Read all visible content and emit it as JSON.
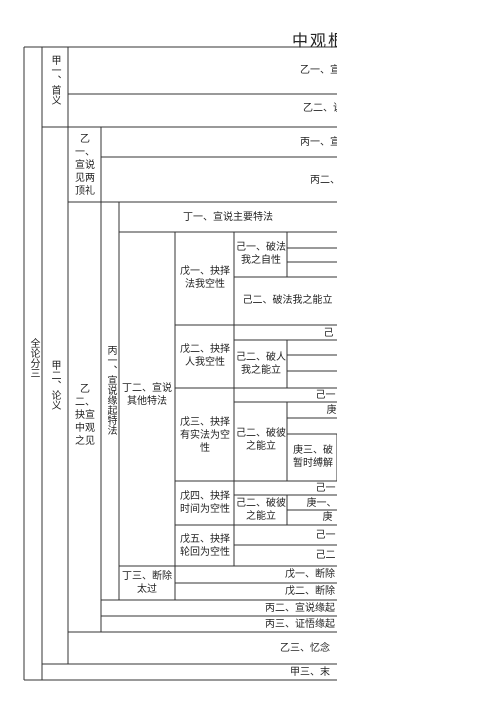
{
  "title": "中观根",
  "col1": {
    "main": "全论分三"
  },
  "jia1": {
    "label": "甲一、首义",
    "yi1": "乙一、宣",
    "yi2": "乙二、说"
  },
  "jia2": {
    "label": "甲二、论义"
  },
  "yi1_block": {
    "label": "乙一、宣说见两顶礼",
    "bing1": "丙一、宣",
    "bing2": "丙二、"
  },
  "yi2_block": {
    "label": "乙二、抉宣中观之见"
  },
  "bing1_block": {
    "label": "丙一、宣说缘起特法"
  },
  "ding1": "丁一、宣说主要特法",
  "ding2": "丁二、宣说其他特法",
  "wu1": {
    "label": "戊一、抉择法我空性",
    "ji1": "己一、破法我之自性",
    "ji2": "己二、破法我之能立"
  },
  "wu2": {
    "label": "戊二、抉择人我空性",
    "ji_top": "己",
    "ji2": "己二、破人我之能立"
  },
  "wu3": {
    "label": "戊三、抉择有实法为空性",
    "ji_top": "己一",
    "ji_sub": "庚",
    "ji2": "己二、破彼之能立",
    "geng3": "庚三、破暂时缚解"
  },
  "wu4": {
    "label": "戊四、抉择时间为空性",
    "ji_top": "己一",
    "ji2": "己二、破彼之能立",
    "geng_a": "庚一、",
    "geng_b": "庚"
  },
  "wu5": {
    "label": "戊五、抉择轮回为空性",
    "ji1": "己一",
    "ji2": "己二"
  },
  "ding3": {
    "label": "丁三、断除太过",
    "wu1": "戊一、断除",
    "wu2": "戊二、断除"
  },
  "bing2": "丙二、宣说缘起",
  "bing3": "丙三、证悟缘起",
  "yi3": "乙三、忆念",
  "jia3": "甲三、末"
}
